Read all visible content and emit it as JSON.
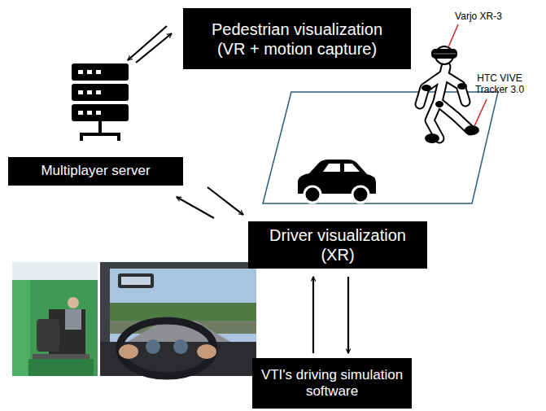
{
  "diagram": {
    "nodes": [
      {
        "text": [
          "Pedestrian visualization (VR + motion capture)"
        ]
      },
      {
        "text": [
          "Multiplayer server"
        ]
      },
      {
        "text": [
          "Driver visualization (XR)"
        ]
      },
      {
        "text": [
          "VTI's driving simulation software"
        ]
      }
    ],
    "edges": [
      {
        "from": 0,
        "to": 1,
        "arrow": "both"
      },
      {
        "from": 1,
        "to": 2,
        "arrow": "both"
      },
      {
        "from": 2,
        "to": 3,
        "arrow": "both"
      }
    ],
    "labels": [
      "Varjo XR-3",
      "HTC VIVE Tracker 3.0"
    ]
  }
}
